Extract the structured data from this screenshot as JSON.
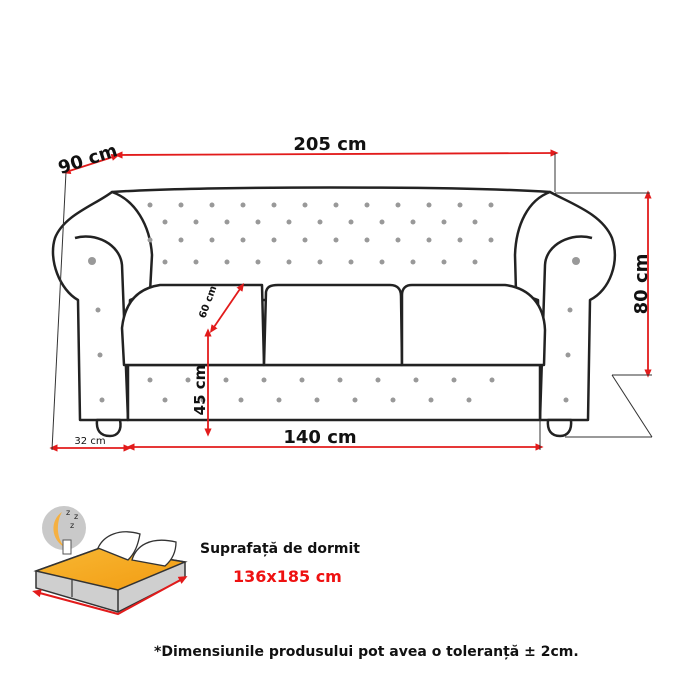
{
  "dimensions": {
    "depth": "90 cm",
    "width": "205 cm",
    "height": "80 cm",
    "seat_depth": "60 cm",
    "seat_height": "45 cm",
    "seat_width": "140 cm",
    "arm_width": "32 cm"
  },
  "sleeping": {
    "label": "Suprafață de dormit",
    "size": "136x185 cm",
    "icon": "sleeping-moon-bed-icon"
  },
  "note": "*Dimensiunile produsului pot avea o toleranță ± 2cm.",
  "colors": {
    "dimension_line": "#e21b1b",
    "size_text": "#ee1111",
    "outline": "#222222",
    "mattress": "#f5a623"
  }
}
